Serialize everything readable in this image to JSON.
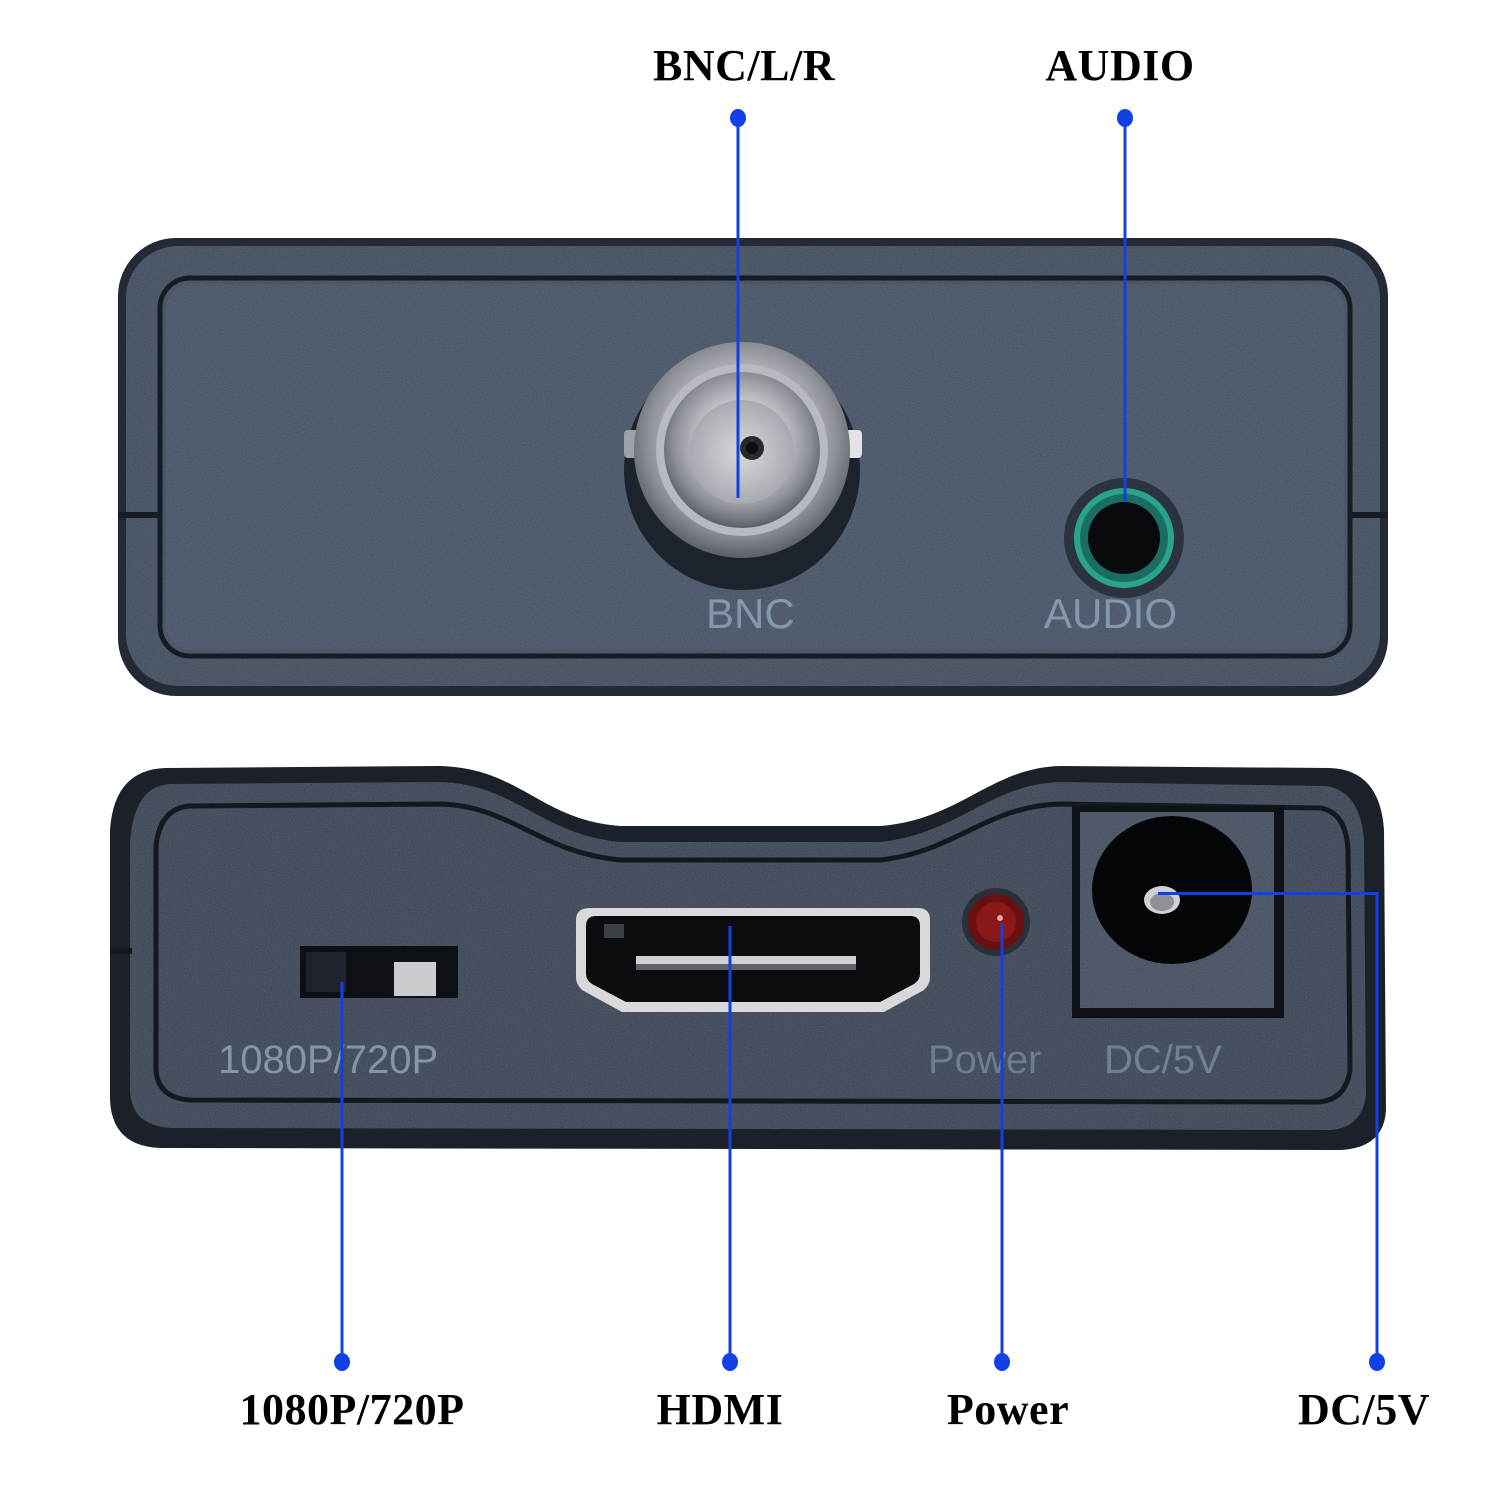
{
  "diagram": {
    "title": "BNC to HDMI converter port diagram",
    "accent_color": "#1240e6",
    "device_color": "#3a4556"
  },
  "top_panel": {
    "silkscreen": {
      "bnc": "BNC",
      "audio": "AUDIO"
    },
    "callouts": [
      {
        "label": "BNC/L/R",
        "target": "bnc-connector"
      },
      {
        "label": "AUDIO",
        "target": "audio-jack"
      }
    ]
  },
  "bottom_panel": {
    "silkscreen": {
      "switch": "1080P/720P",
      "power": "Power",
      "dc": "DC/5V"
    },
    "callouts": [
      {
        "label": "1080P/720P",
        "target": "resolution-switch"
      },
      {
        "label": "HDMI",
        "target": "hdmi-port"
      },
      {
        "label": "Power",
        "target": "power-led"
      },
      {
        "label": "DC/5V",
        "target": "dc-jack"
      }
    ]
  }
}
